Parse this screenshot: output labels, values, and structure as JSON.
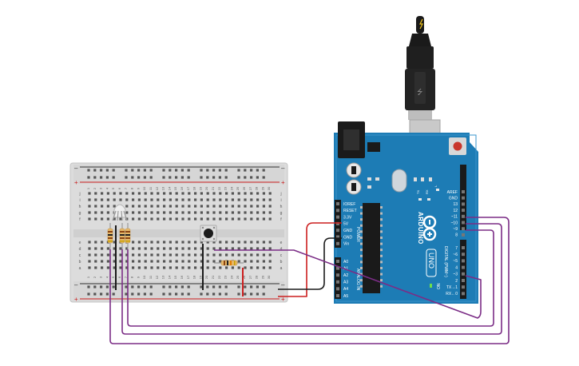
{
  "breadboard": {
    "column_numbers": [
      "1",
      "2",
      "3",
      "4",
      "5",
      "6",
      "7",
      "8",
      "9",
      "10",
      "11",
      "12",
      "13",
      "14",
      "15",
      "16",
      "17",
      "18",
      "19",
      "20",
      "21",
      "22",
      "23",
      "24",
      "25",
      "26",
      "27",
      "28",
      "29",
      "30"
    ],
    "row_letters_top": [
      "j",
      "i",
      "h",
      "g",
      "f"
    ],
    "row_letters_bottom": [
      "e",
      "d",
      "c",
      "b",
      "a"
    ],
    "rail_plus": "+",
    "rail_minus": "–"
  },
  "arduino": {
    "logo_text": "ARDUINO",
    "model_text": "UNO",
    "power_label": "POWER",
    "analog_label": "ANALOG IN",
    "digital_label": "DIGITAL (PWM~)",
    "on_label": "ON",
    "led_labels": [
      "TX",
      "RX",
      "L"
    ],
    "power_pins": [
      "IOREF",
      "RESET",
      "3.3V",
      "5V",
      "GND",
      "GND",
      "Vin"
    ],
    "analog_pins": [
      "A0",
      "A1",
      "A2",
      "A3",
      "A4",
      "A5"
    ],
    "digital_pins_top": [
      "AREF",
      "GND",
      "13",
      "12",
      "~11",
      "~10",
      "~9",
      "8"
    ],
    "digital_pins_bottom": [
      "7",
      "~6",
      "~5",
      "4",
      "~3",
      "2",
      "TX→1",
      "RX←0"
    ]
  },
  "colors": {
    "board_teal": "#1d7cb5",
    "breadboard": "#dcdcdc",
    "wire_purple": "#7b2d86",
    "wire_red": "#cc1f1f",
    "wire_black": "#1a1a1a"
  }
}
